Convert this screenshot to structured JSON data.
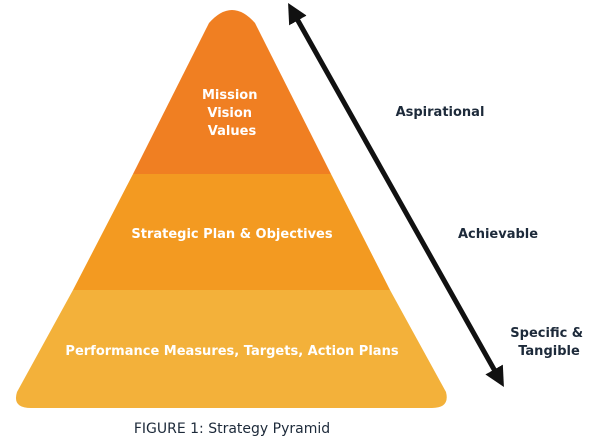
{
  "pyramid": {
    "tiers": [
      {
        "lines": [
          "Mission",
          "Vision",
          "Values"
        ],
        "color": "#F07F22"
      },
      {
        "lines": [
          "Strategic Plan & Objectives"
        ],
        "color": "#F39A21"
      },
      {
        "lines": [
          "Performance Measures, Targets, Action Plans"
        ],
        "color": "#F3B13A"
      }
    ]
  },
  "scale": {
    "labels": [
      {
        "lines": [
          "Aspirational"
        ]
      },
      {
        "lines": [
          "Achievable"
        ]
      },
      {
        "lines": [
          "Specific &",
          "Tangible"
        ]
      }
    ],
    "arrow_color": "#111111"
  },
  "caption": "FIGURE 1: Strategy Pyramid"
}
